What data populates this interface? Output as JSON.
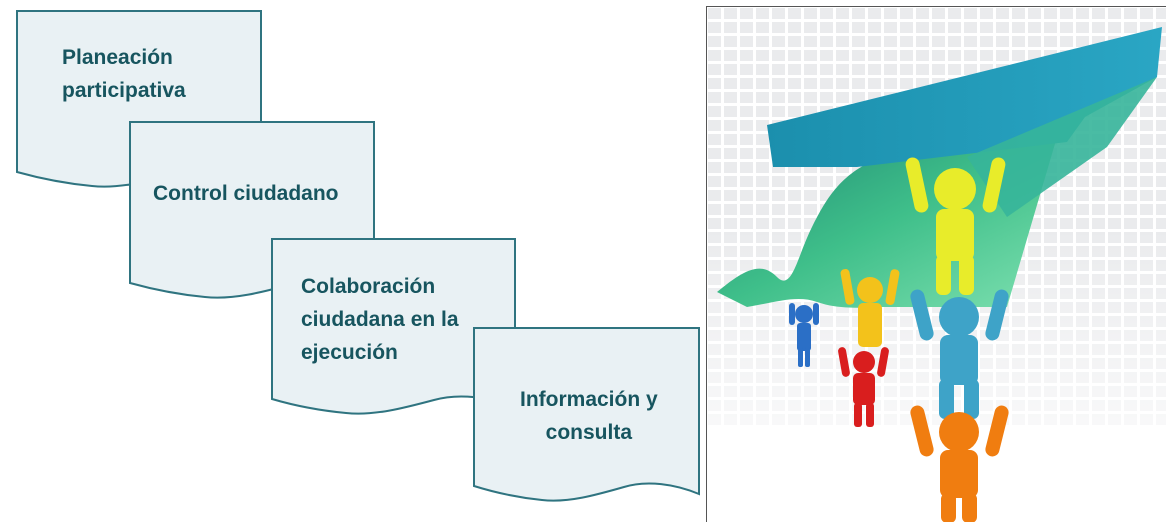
{
  "diagram": {
    "steps": [
      {
        "lines": [
          "Planeación",
          "participativa"
        ]
      },
      {
        "lines": [
          "Control ciudadano"
        ]
      },
      {
        "lines": [
          "Colaboración",
          "ciudadana en la",
          "ejecución"
        ]
      },
      {
        "lines": [
          "Información y",
          "consulta"
        ]
      }
    ],
    "colors": {
      "fill": "#e9f1f4",
      "stroke": "#2f7480",
      "text": "#17555f"
    }
  },
  "illustration": {
    "description_icon": "teamwork-people-lifting-arrow-icon",
    "figure_colors": [
      "#f07d10",
      "#3ea3c8",
      "#e8ec2a",
      "#d91e1e",
      "#f3c21b",
      "#2b6fc6"
    ],
    "arrow_colors": [
      "#1f9ab8",
      "#3fbf8a"
    ]
  }
}
